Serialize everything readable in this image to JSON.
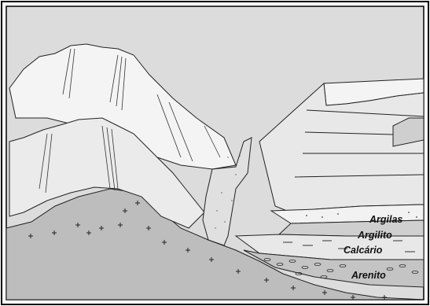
{
  "labels": {
    "argilas": "Argilas",
    "argilito": "Argilito",
    "calcario": "Calcário",
    "arenito": "Arenito"
  },
  "colors": {
    "frame": "#000000",
    "sky": "#dcdcdc",
    "mountain_light": "#f4f4f4",
    "mountain_shadow": "#cfcfcf",
    "ground": "#bdbdbd",
    "layer_argilas": "#f2f2f2",
    "layer_argilito": "#cfcfcf",
    "layer_calcario": "#e8e8e8",
    "layer_arenito": "#c4c4c4",
    "stroke": "#222222"
  }
}
